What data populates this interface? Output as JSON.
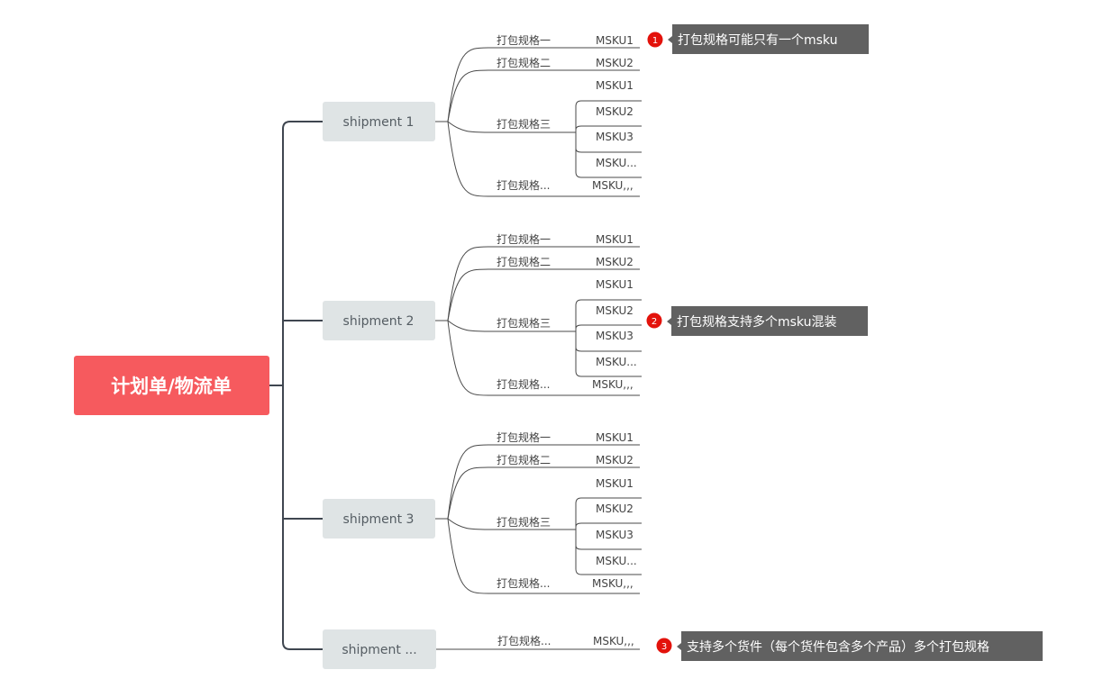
{
  "root": {
    "label": "计划单/物流单"
  },
  "colors": {
    "root_fill": "#f65a5e",
    "shipment_fill": "#dfe4e5",
    "trunk_line": "#3f4650",
    "branch_line": "#4a4a4a",
    "note_fill": "#616161",
    "badge_fill": "#e3120b"
  },
  "shipments": [
    {
      "label": "shipment 1",
      "packages": [
        {
          "label": "打包规格一",
          "skus": [
            "MSKU1"
          ]
        },
        {
          "label": "打包规格二",
          "skus": [
            "MSKU2"
          ]
        },
        {
          "label": "打包规格三",
          "skus": [
            "MSKU1",
            "MSKU2",
            "MSKU3",
            "MSKU..."
          ]
        },
        {
          "label": "打包规格...",
          "skus": [
            "MSKU,,,"
          ]
        }
      ]
    },
    {
      "label": "shipment 2",
      "packages": [
        {
          "label": "打包规格一",
          "skus": [
            "MSKU1"
          ]
        },
        {
          "label": "打包规格二",
          "skus": [
            "MSKU2"
          ]
        },
        {
          "label": "打包规格三",
          "skus": [
            "MSKU1",
            "MSKU2",
            "MSKU3",
            "MSKU..."
          ]
        },
        {
          "label": "打包规格...",
          "skus": [
            "MSKU,,,"
          ]
        }
      ]
    },
    {
      "label": "shipment 3",
      "packages": [
        {
          "label": "打包规格一",
          "skus": [
            "MSKU1"
          ]
        },
        {
          "label": "打包规格二",
          "skus": [
            "MSKU2"
          ]
        },
        {
          "label": "打包规格三",
          "skus": [
            "MSKU1",
            "MSKU2",
            "MSKU3",
            "MSKU..."
          ]
        },
        {
          "label": "打包规格...",
          "skus": [
            "MSKU,,,"
          ]
        }
      ]
    },
    {
      "label": "shipment ...",
      "packages": [
        {
          "label": "打包规格...",
          "skus": [
            "MSKU,,,"
          ]
        }
      ]
    }
  ],
  "notes": [
    {
      "badge": "1",
      "text": "打包规格可能只有一个msku"
    },
    {
      "badge": "2",
      "text": "打包规格支持多个msku混装"
    },
    {
      "badge": "3",
      "text": "支持多个货件（每个货件包含多个产品）多个打包规格"
    }
  ]
}
